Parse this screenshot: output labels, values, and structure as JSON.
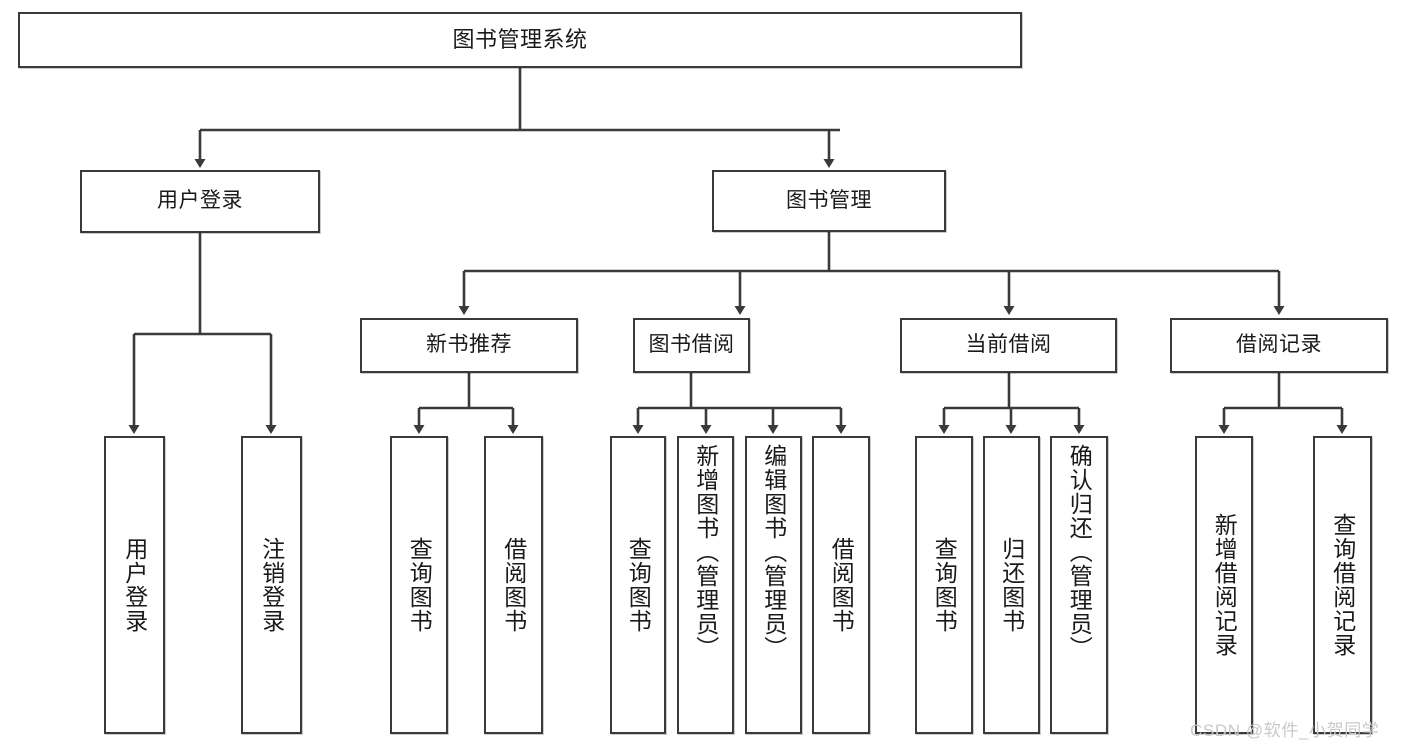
{
  "diagram": {
    "type": "tree-hierarchy-chart",
    "title": "图书管理系统",
    "line_color": "#3a3a3a",
    "box_fill": "#ffffff",
    "text_color": "#1a1a1a",
    "nodes": {
      "root": {
        "label": "图书管理系统"
      },
      "level1": [
        {
          "label": "用户登录"
        },
        {
          "label": "图书管理"
        }
      ],
      "level2": [
        {
          "label": "新书推荐"
        },
        {
          "label": "图书借阅"
        },
        {
          "label": "当前借阅"
        },
        {
          "label": "借阅记录"
        }
      ],
      "leaves": {
        "user_login": [
          {
            "label": "用户登录"
          },
          {
            "label": "注销登录"
          }
        ],
        "new_book_recommend": [
          {
            "label": "查询图书"
          },
          {
            "label": "借阅图书"
          }
        ],
        "book_borrow": [
          {
            "label": "查询图书"
          },
          {
            "label": "新增图书（管理员）"
          },
          {
            "label": "编辑图书（管理员）"
          },
          {
            "label": "借阅图书"
          }
        ],
        "current_borrow": [
          {
            "label": "查询图书"
          },
          {
            "label": "归还图书"
          },
          {
            "label": "确认归还（管理员）"
          }
        ],
        "borrow_record": [
          {
            "label": "新增借阅记录"
          },
          {
            "label": "查询借阅记录"
          }
        ]
      }
    },
    "watermark": "CSDN @软件_小贺同学"
  }
}
